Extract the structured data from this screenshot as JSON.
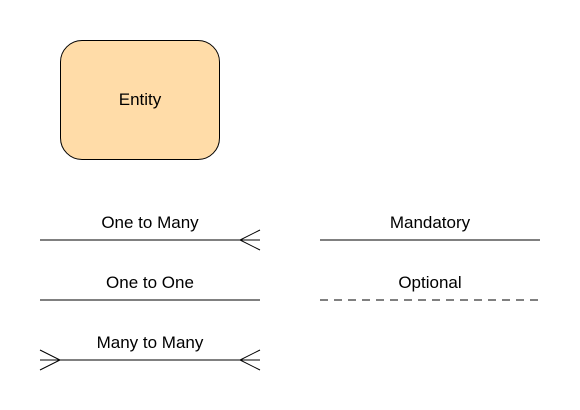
{
  "diagram": {
    "entity": {
      "label": "Entity",
      "fill": "#FFDCA8",
      "stroke": "#000000"
    },
    "relationships": [
      {
        "key": "one-to-many",
        "label": "One to Many",
        "left_end": "none",
        "right_end": "crows-foot",
        "style": "solid"
      },
      {
        "key": "one-to-one",
        "label": "One to One",
        "left_end": "none",
        "right_end": "none",
        "style": "solid"
      },
      {
        "key": "many-to-many",
        "label": "Many to Many",
        "left_end": "crows-foot",
        "right_end": "crows-foot",
        "style": "solid"
      }
    ],
    "participation": [
      {
        "key": "mandatory",
        "label": "Mandatory",
        "style": "solid"
      },
      {
        "key": "optional",
        "label": "Optional",
        "style": "dashed"
      }
    ]
  }
}
